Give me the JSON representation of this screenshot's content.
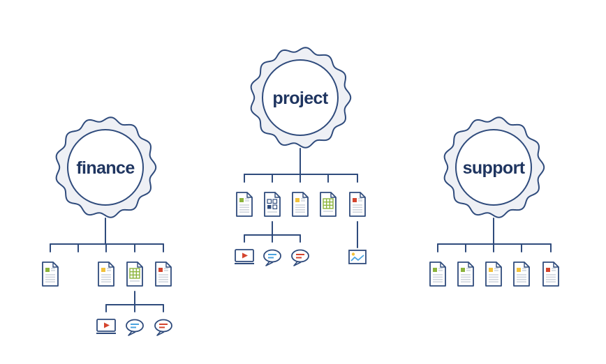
{
  "colors": {
    "navy": "#2f4b7c",
    "label": "#1f3560",
    "seal_fill": "#eef0f5",
    "green": "#8cb43c",
    "yellow": "#f2c23c",
    "red": "#d4452e",
    "blue": "#4aa3df",
    "gray": "#c9cfd9"
  },
  "groups": [
    {
      "id": "finance",
      "label": "finance",
      "files": [
        {
          "type": "doc",
          "accent": "green"
        },
        {
          "type": "empty"
        },
        {
          "type": "doc",
          "accent": "yellow"
        },
        {
          "type": "sheet",
          "accent": "green"
        },
        {
          "type": "doc",
          "accent": "red"
        }
      ],
      "subfiles": [
        {
          "parent": 3,
          "items": [
            "video-icon",
            "chat-blue-icon",
            "chat-red-icon"
          ]
        }
      ]
    },
    {
      "id": "project",
      "label": "project",
      "files": [
        {
          "type": "doc",
          "accent": "green"
        },
        {
          "type": "grid",
          "accent": "yellow"
        },
        {
          "type": "doc",
          "accent": "yellow"
        },
        {
          "type": "sheet",
          "accent": "green"
        },
        {
          "type": "doc",
          "accent": "red"
        }
      ],
      "subfiles": [
        {
          "parent": 1,
          "items": [
            "video-icon",
            "chat-blue-icon",
            "chat-red-icon"
          ]
        },
        {
          "parent": 4,
          "items": [
            "chart-image-icon"
          ]
        }
      ]
    },
    {
      "id": "support",
      "label": "support",
      "files": [
        {
          "type": "doc",
          "accent": "green"
        },
        {
          "type": "doc",
          "accent": "green"
        },
        {
          "type": "doc",
          "accent": "yellow"
        },
        {
          "type": "doc",
          "accent": "yellow"
        },
        {
          "type": "doc",
          "accent": "red"
        }
      ],
      "subfiles": []
    }
  ]
}
